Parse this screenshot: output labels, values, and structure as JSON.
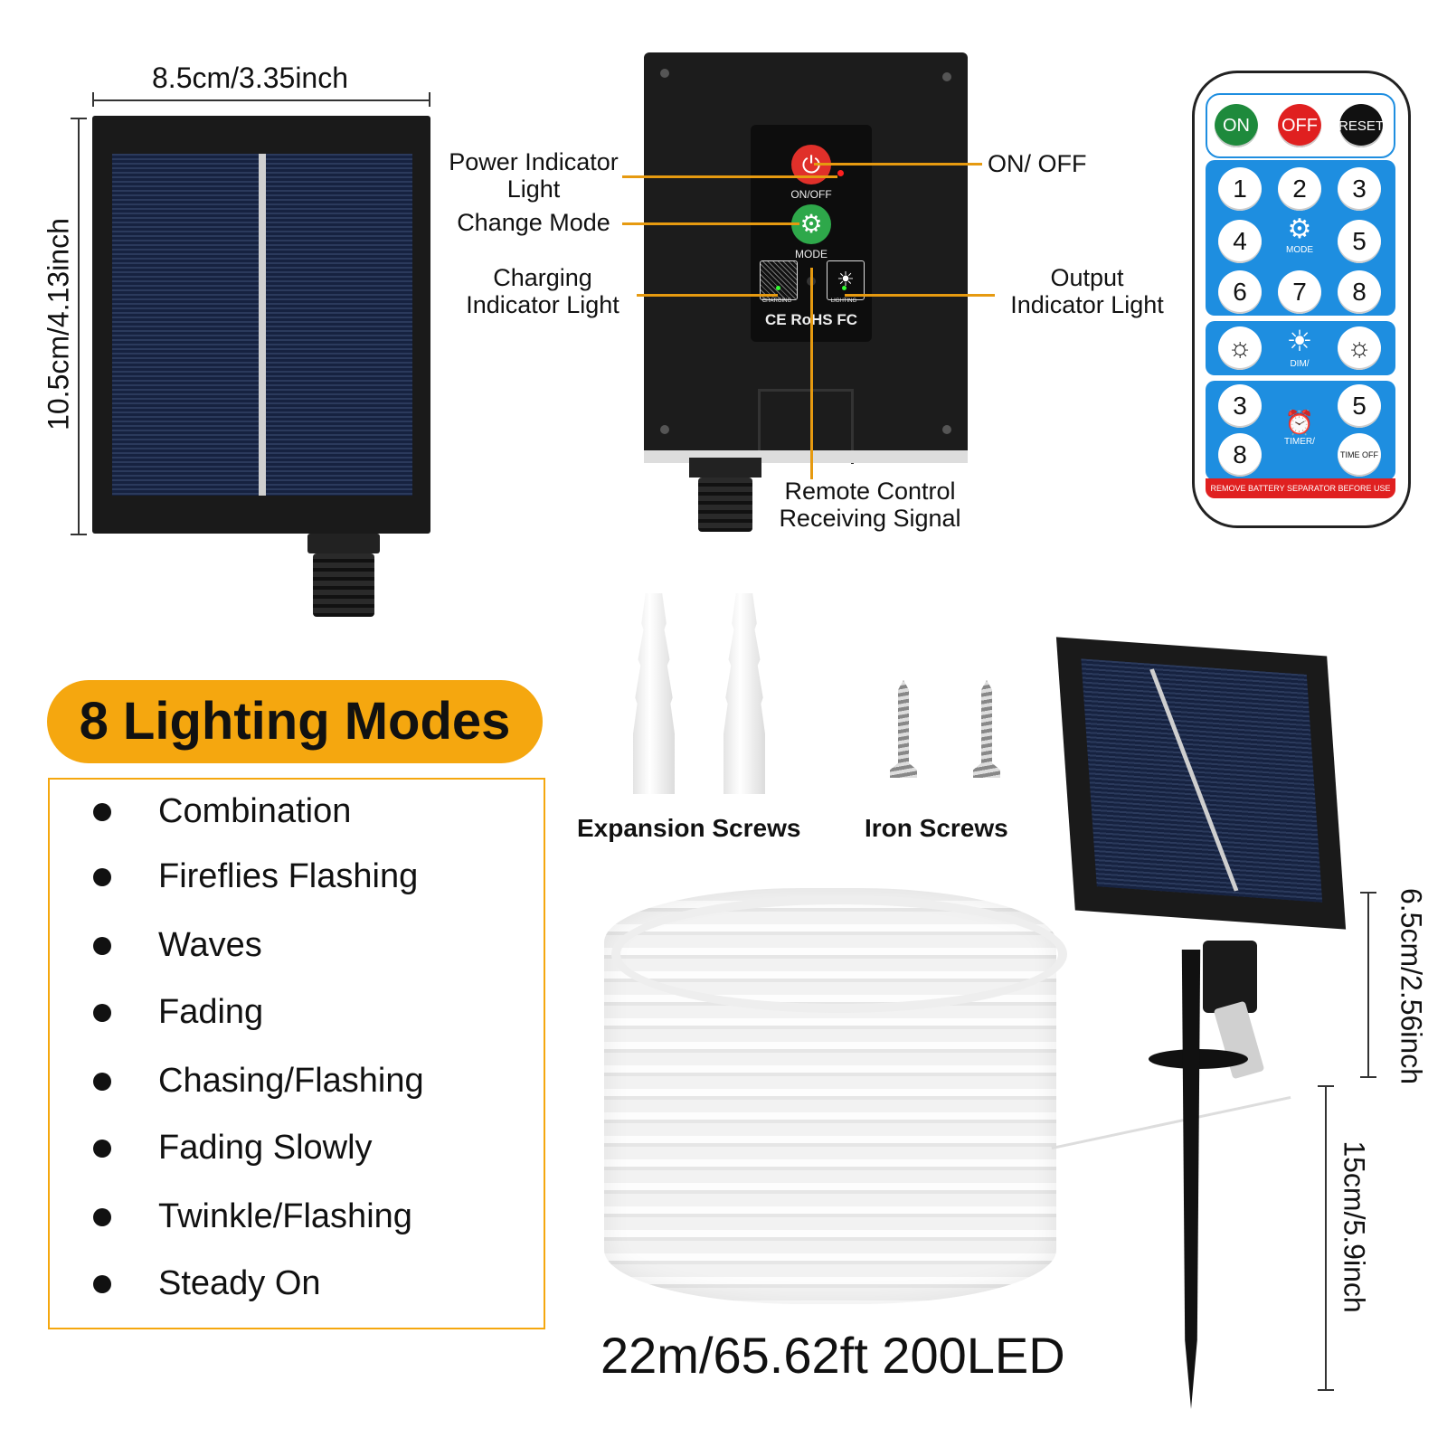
{
  "dimensions": {
    "panel_width": "8.5cm/3.35inch",
    "panel_height": "10.5cm/4.13inch",
    "stake_panel_height": "6.5cm/2.56inch",
    "stake_height": "15cm/5.9inch"
  },
  "controller": {
    "onoff_label": "ON/OFF",
    "mode_label": "MODE",
    "charging_label": "CHARGING",
    "lighting_label": "LIGHTING",
    "certs": "CE RoHS FC"
  },
  "callouts": {
    "power_indicator": "Power Indicator\nLight",
    "change_mode": "Change Mode",
    "charging_indicator": "Charging\nIndicator Light",
    "on_off": "ON/ OFF",
    "output_indicator": "Output\nIndicator Light",
    "remote_signal": "Remote Control\nReceiving Signal"
  },
  "remote": {
    "on": "ON",
    "off": "OFF",
    "reset": "RESET",
    "numbers_row1": [
      "1",
      "2",
      "3"
    ],
    "numbers_row2": [
      "4",
      "5"
    ],
    "mode_label": "MODE",
    "numbers_row3": [
      "6",
      "7",
      "8"
    ],
    "dim_label": "DIM/",
    "timer_3": "3",
    "timer_5": "5",
    "timer_8": "8",
    "timer_label": "TIMER/",
    "time_off": "TIME OFF",
    "footer": "REMOVE BATTERY SEPARATOR BEFORE USE",
    "colors": {
      "on": "#1e8a3c",
      "off": "#e02020",
      "reset": "#111111",
      "panel": "#1e8ee0"
    }
  },
  "modes": {
    "title": "8 Lighting Modes",
    "items": [
      "Combination",
      "Fireflies Flashing",
      "Waves",
      "Fading",
      "Chasing/Flashing",
      "Fading Slowly",
      "Twinkle/Flashing",
      "Steady On"
    ]
  },
  "accessories": {
    "expansion": "Expansion Screws",
    "iron": "Iron Screws"
  },
  "product": {
    "spec": "22m/65.62ft 200LED"
  },
  "colors": {
    "accent": "#f5a70f",
    "leader": "#e69a10"
  }
}
